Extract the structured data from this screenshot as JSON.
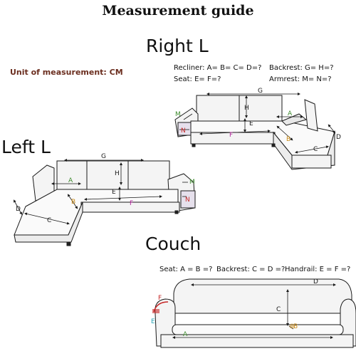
{
  "title": "Measurement guide",
  "unit": "Unit of measurement: CM",
  "right_l": {
    "heading": "Right L",
    "recliner": "Recliner: A= B= C= D=?",
    "backrest": "Backrest: G= H=?",
    "seat": "Seat: E= F=?",
    "armrest": "Armrest: M= N=?"
  },
  "left_l": {
    "heading": "Left L"
  },
  "couch": {
    "heading": "Couch",
    "seat": "Seat: A = B =?",
    "backrest": "Backrest: C = D =?",
    "handrail": "Handrail: E = F =?"
  },
  "labels": {
    "a": "A",
    "b": "B",
    "c": "C",
    "d": "D",
    "e": "E",
    "f": "F",
    "g": "G",
    "h": "H",
    "m": "M",
    "n": "N"
  },
  "colors": {
    "green": "#3c8a2c",
    "orange": "#c98a16",
    "magenta": "#b0249a",
    "red": "#c62828",
    "cyan": "#2aa6b8",
    "dark": "#1a1a1a"
  }
}
